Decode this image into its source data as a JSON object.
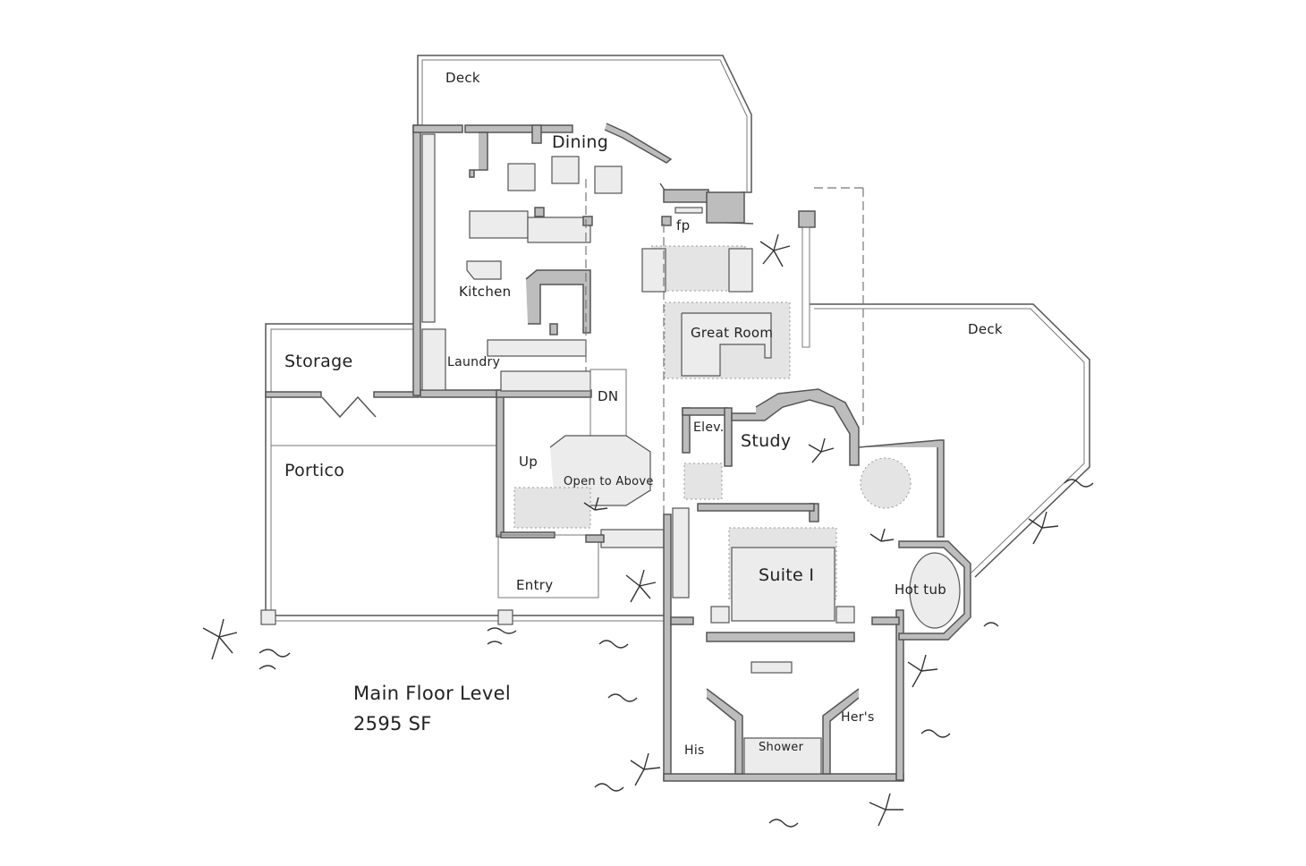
{
  "plan": {
    "rooms": {
      "deck_north": "Deck",
      "dining": "Dining",
      "fireplace": "fp",
      "kitchen": "Kitchen",
      "storage": "Storage",
      "laundry": "Laundry",
      "great_room": "Great Room",
      "deck_east": "Deck",
      "stair_down": "DN",
      "elevator": "Elev.",
      "study": "Study",
      "portico": "Portico",
      "stair_up": "Up",
      "open_to_above": "Open to Above",
      "suite": "Suite I",
      "hot_tub": "Hot tub",
      "entry": "Entry",
      "his": "His",
      "shower": "Shower",
      "hers": "Her's"
    },
    "caption": {
      "level": "Main Floor Level",
      "area": "2595 SF"
    }
  }
}
